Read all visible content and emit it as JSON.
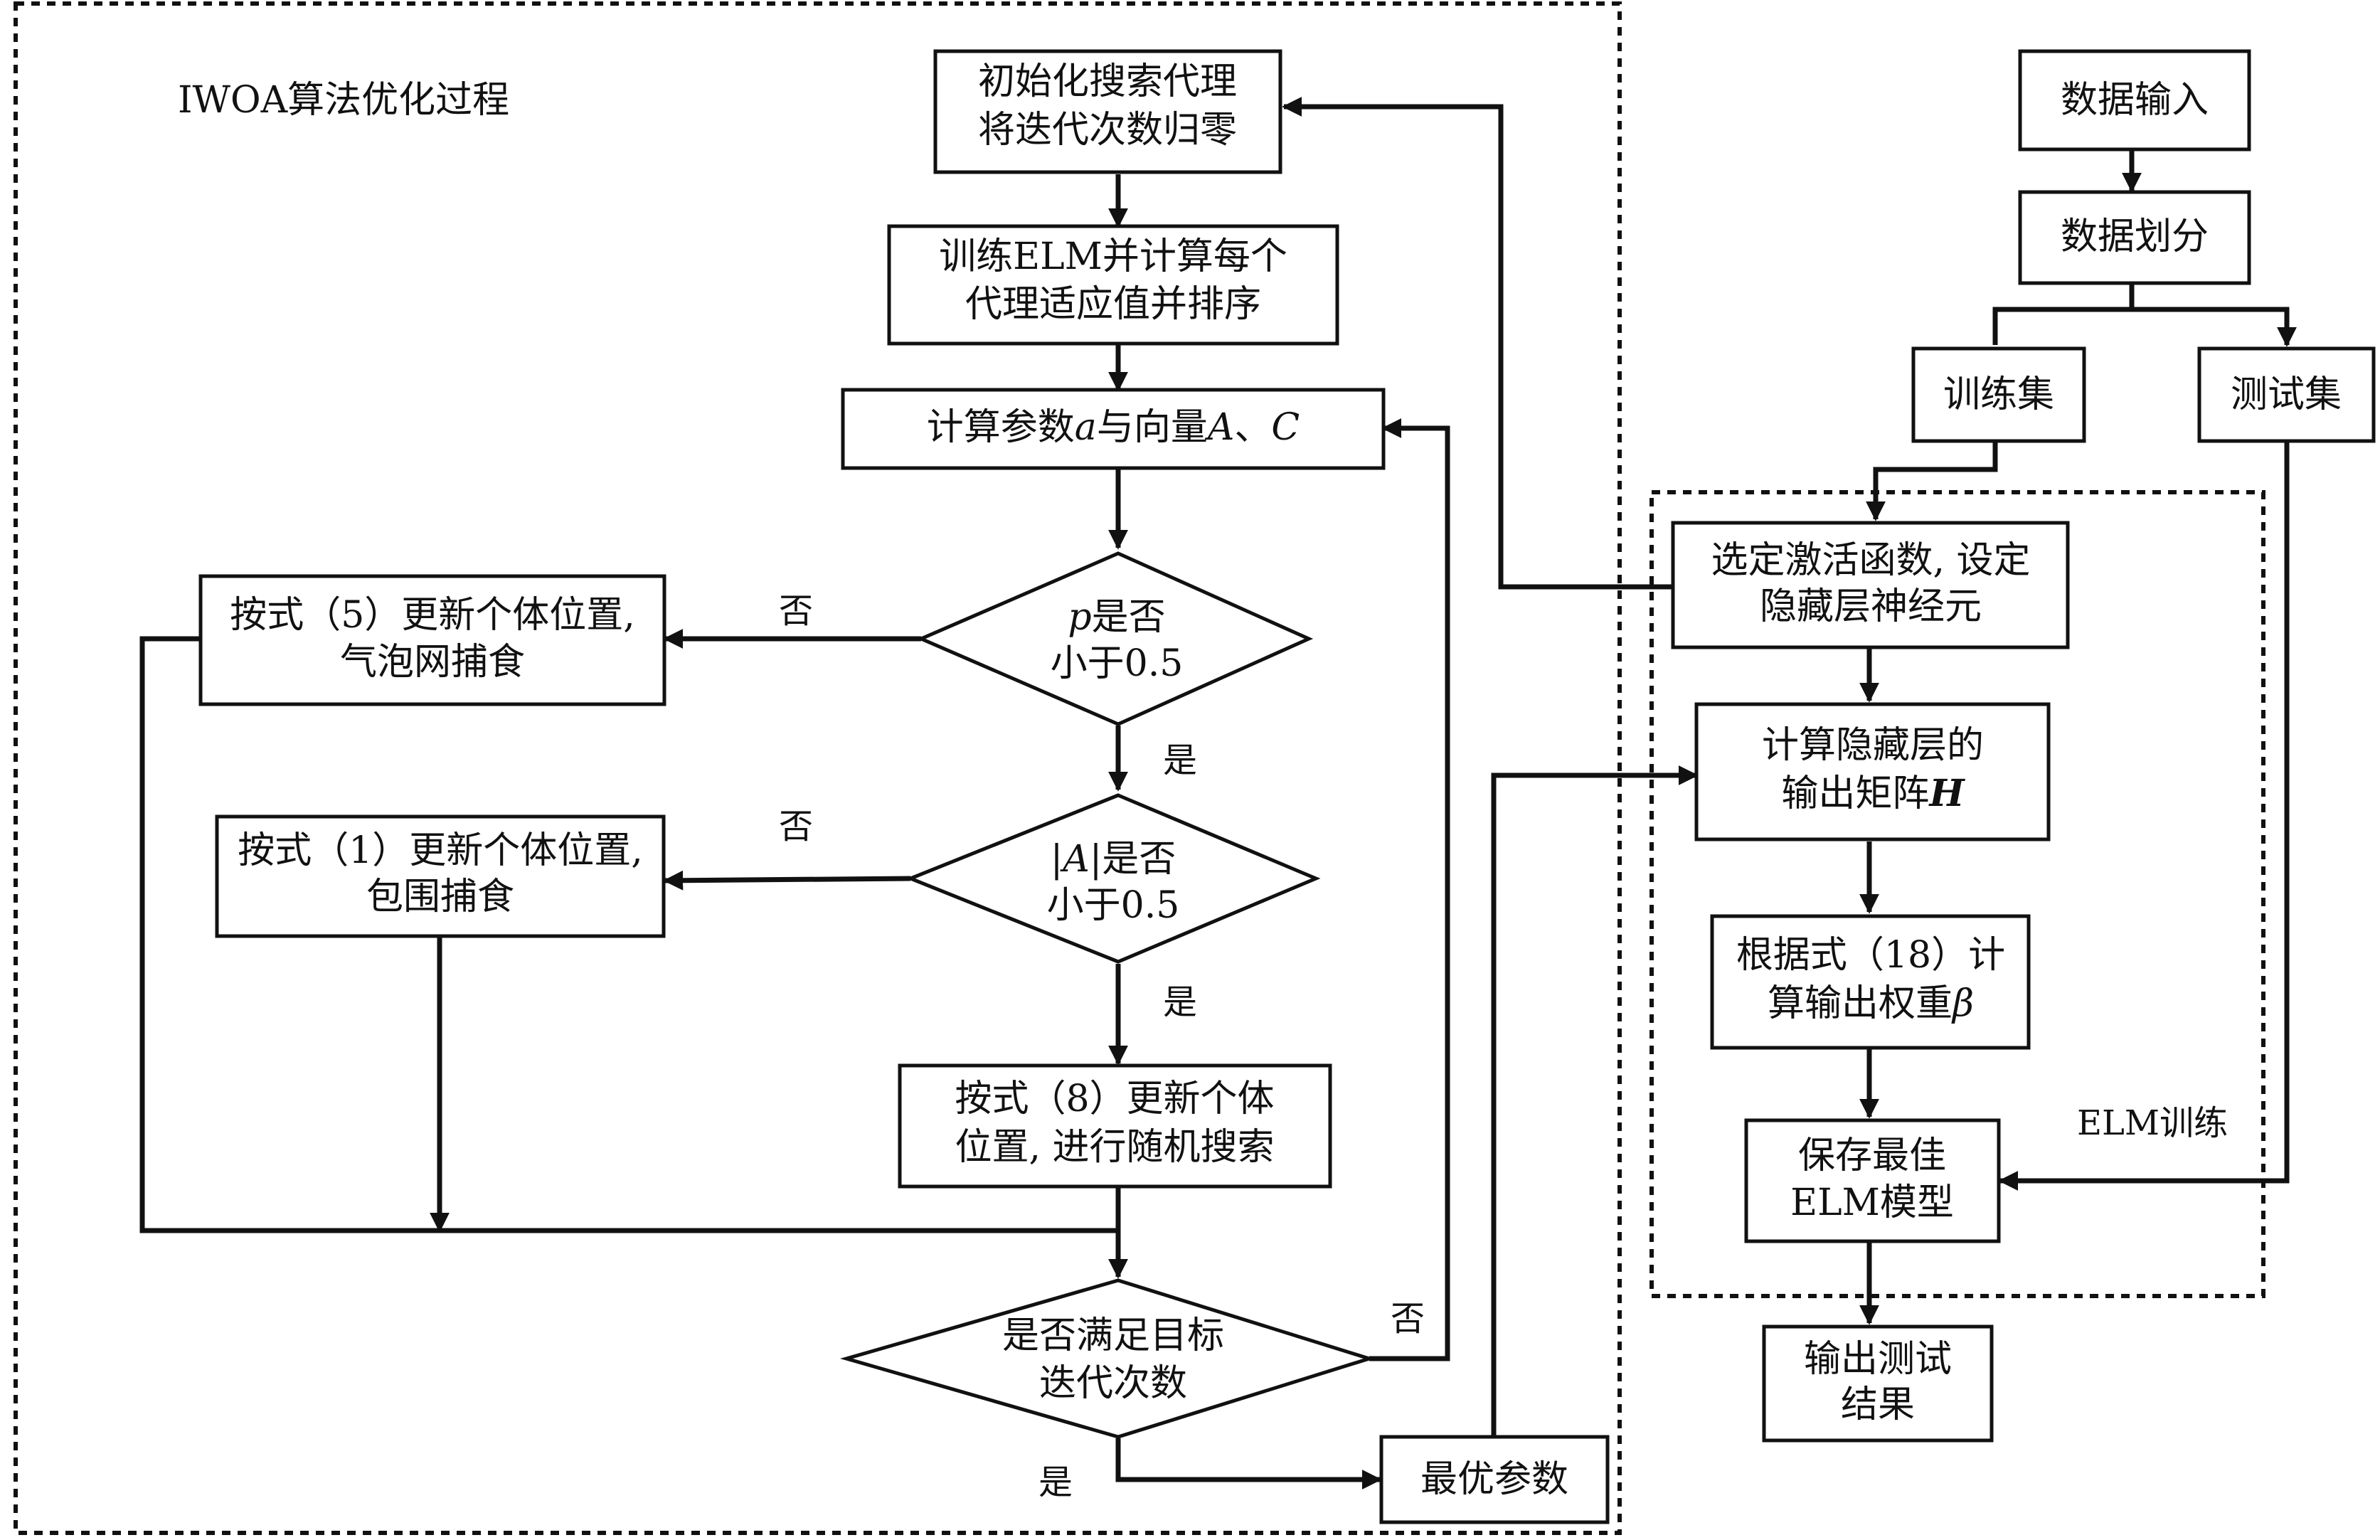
{
  "regions": {
    "iwoa_title": "IWOA算法优化过程",
    "elm_title": "ELM训练"
  },
  "nodes": {
    "init": [
      "初始化搜索代理",
      "将迭代次数归零"
    ],
    "train_fitness": [
      "训练ELM并计算每个",
      "代理适应值并排序"
    ],
    "compute_params": {
      "prefix": "计算参数",
      "var_a": "a",
      "mid": "与向量",
      "var_A": "A",
      "sep": "、",
      "var_C": "C"
    },
    "decision_p": {
      "var": "p",
      "line1_rest": "是否",
      "line2": "小于0.5"
    },
    "update_eq5": [
      "按式（5）更新个体位置,",
      "气泡网捕食"
    ],
    "decision_A": {
      "line1_pre": "|",
      "var": "A",
      "line1_rest": "|是否",
      "line2": "小于0.5"
    },
    "update_eq1": [
      "按式（1）更新个体位置,",
      "包围捕食"
    ],
    "update_eq8": [
      "按式（8）更新个体",
      "位置, 进行随机搜索"
    ],
    "decision_target": [
      "是否满足目标",
      "迭代次数"
    ],
    "best_params": "最优参数",
    "data_input": "数据输入",
    "data_split": "数据划分",
    "train_set": "训练集",
    "test_set": "测试集",
    "select_activation": [
      "选定激活函数, 设定",
      "隐藏层神经元"
    ],
    "compute_hidden": {
      "line1": "计算隐藏层的",
      "line2_prefix": "输出矩阵",
      "var_H": "H"
    },
    "compute_beta": {
      "line1": "根据式（18）计",
      "line2_prefix": "算输出权重",
      "var_beta": "β"
    },
    "save_model": [
      "保存最佳",
      "ELM模型"
    ],
    "output_results": [
      "输出测试",
      "结果"
    ]
  },
  "edge_labels": {
    "p_no": "否",
    "p_yes": "是",
    "A_no": "否",
    "A_yes": "是",
    "target_no": "否",
    "target_yes": "是"
  }
}
